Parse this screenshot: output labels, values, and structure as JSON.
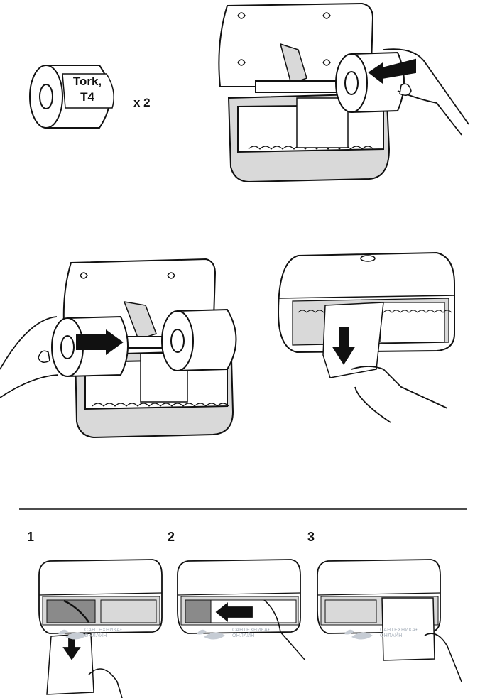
{
  "roll": {
    "brand": "Tork,",
    "model": "T4",
    "quantity": "x 2"
  },
  "steps": [
    "1",
    "2",
    "3"
  ],
  "watermark": {
    "line1": "САНТЕХНИКА•",
    "line2": "ОНЛАЙН"
  },
  "colors": {
    "ink": "#111111",
    "paper": "#ffffff",
    "shade": "#d9d9d9",
    "watermark": "#a9b2bd"
  }
}
